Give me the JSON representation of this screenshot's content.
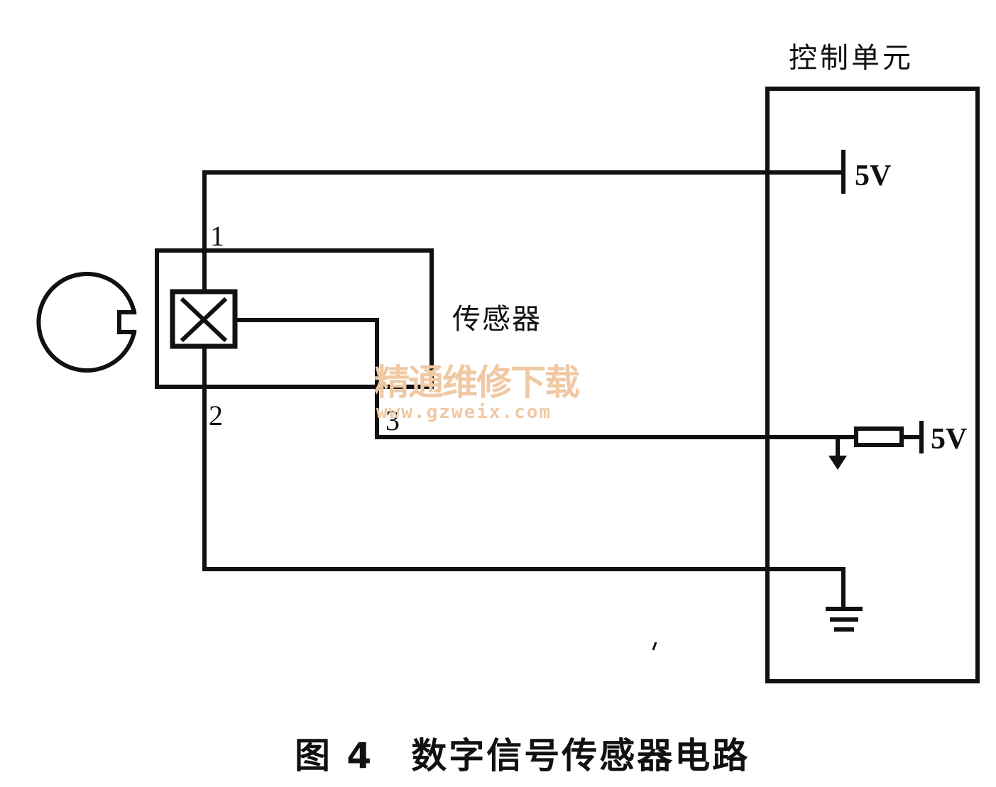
{
  "control_unit": {
    "title": "控制单元"
  },
  "sensor": {
    "label": "传感器"
  },
  "pins": {
    "p1": "1",
    "p2": "2",
    "p3": "3"
  },
  "voltages": {
    "supply": "5V",
    "pullup": "5V"
  },
  "watermark": {
    "cn": "精通维修下载",
    "url": "www.gzweix.com"
  },
  "caption": "图 4　数字信号传感器电路",
  "colors": {
    "line": "#111111",
    "watermark": "#f0c9a4",
    "background": "#ffffff"
  }
}
